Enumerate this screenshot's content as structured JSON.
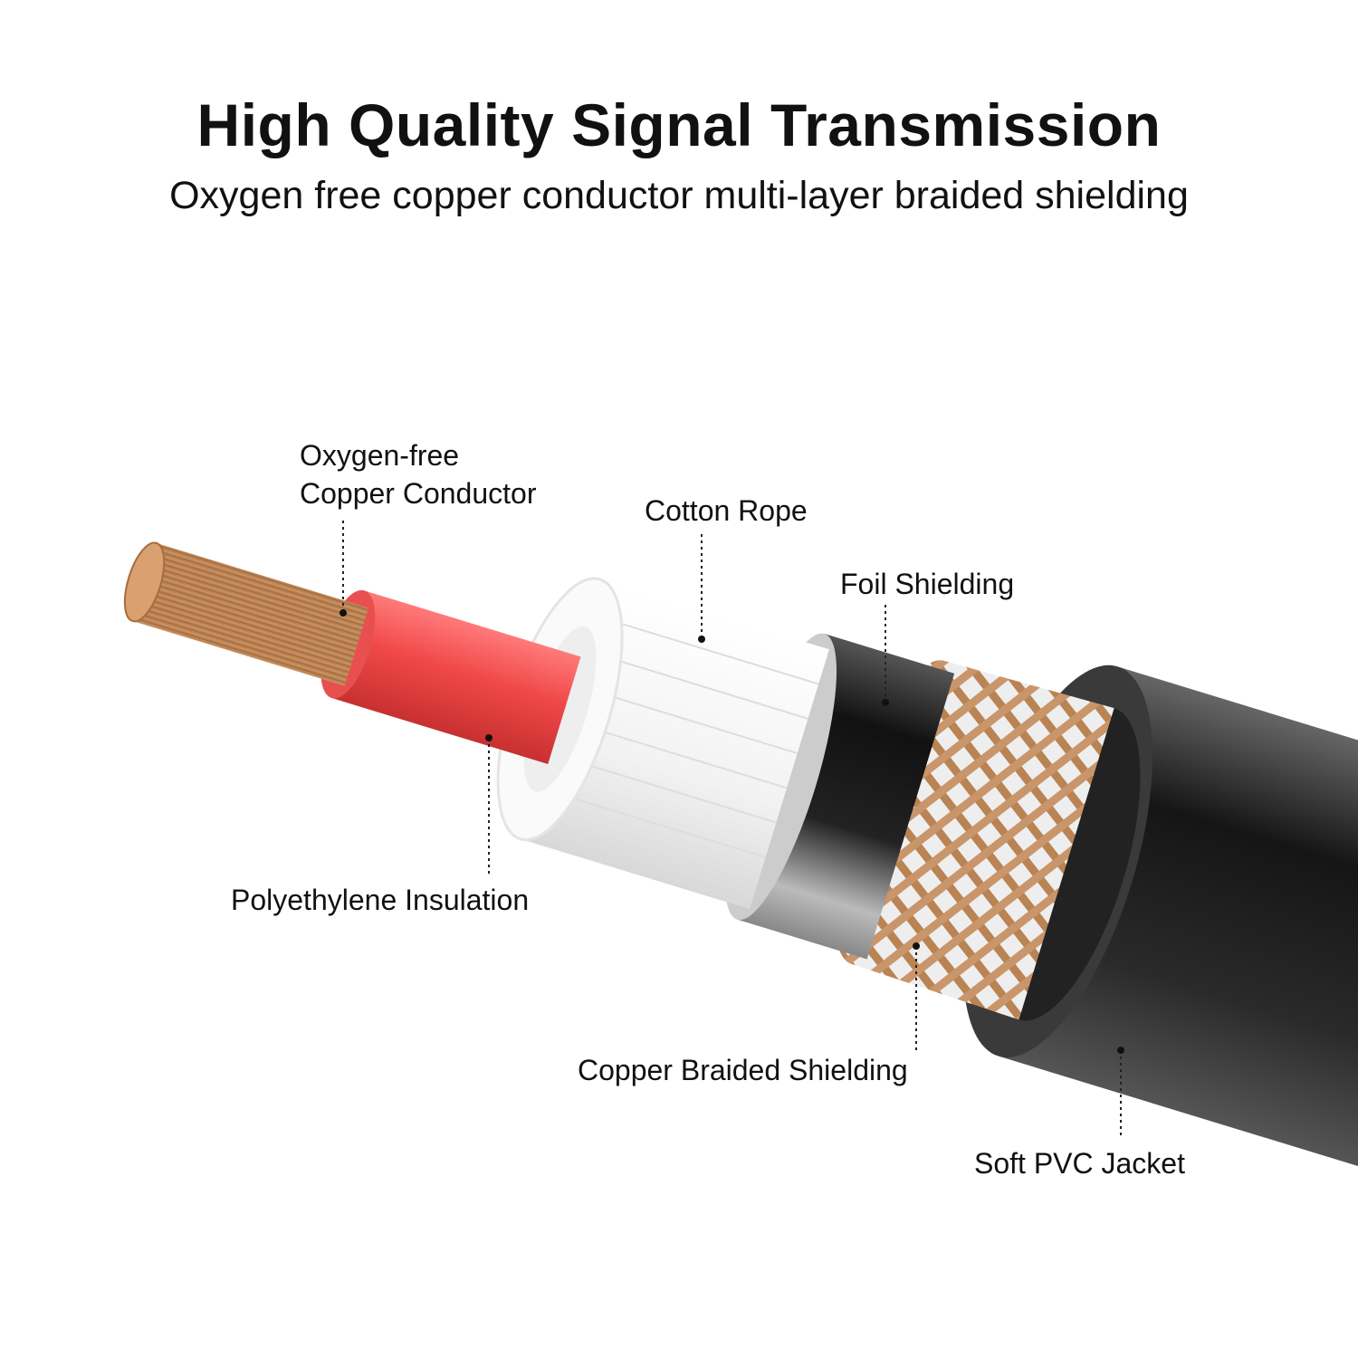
{
  "header": {
    "title": "High Quality Signal Transmission",
    "subtitle": "Oxygen free copper conductor multi-layer braided shielding"
  },
  "labels": {
    "conductor_line1": "Oxygen-free",
    "conductor_line2": "Copper Conductor",
    "insulation": "Polyethylene Insulation",
    "cotton": "Cotton Rope",
    "foil": "Foil Shielding",
    "braid": "Copper Braided Shielding",
    "jacket": "Soft PVC Jacket"
  },
  "colors": {
    "copper": "#c98f5e",
    "insulation": "#f04848",
    "cotton": "#f4f4f4",
    "foil": "#1a1a1a",
    "jacket": "#2a2a2a"
  }
}
